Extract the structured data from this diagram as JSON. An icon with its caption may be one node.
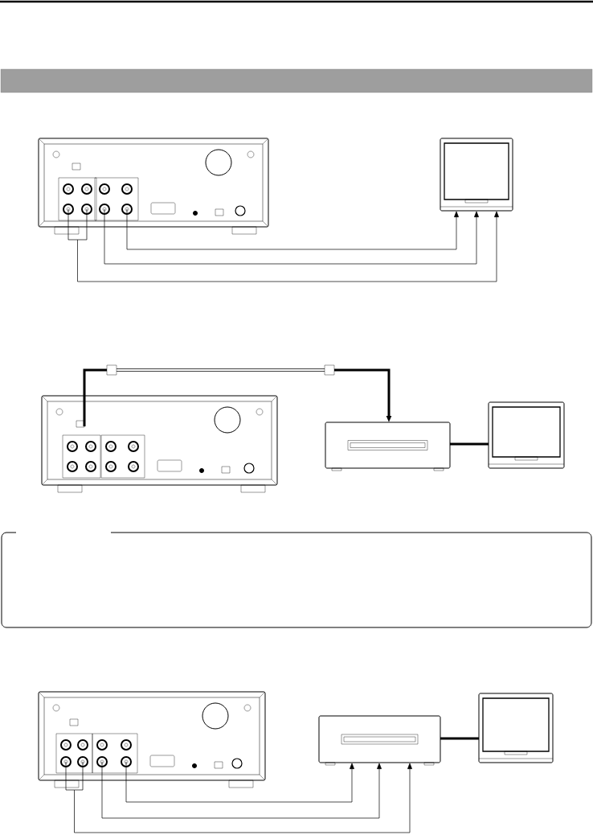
{
  "diagram": {
    "nodes": [
      {
        "text": [],
        "shape": "bar"
      },
      {
        "text": [],
        "shape": "picture"
      },
      {
        "text": [],
        "shape": "picture"
      },
      {
        "text": [],
        "shape": "picture"
      },
      {
        "text": [],
        "shape": "picture"
      },
      {
        "text": [],
        "shape": "picture"
      },
      {
        "text": [],
        "shape": "picture"
      },
      {
        "text": [],
        "shape": "picture"
      },
      {
        "text": [],
        "shape": "picture"
      }
    ],
    "edges": [
      {
        "from": 1,
        "to": 2,
        "arrow": "to"
      },
      {
        "from": 1,
        "to": 2,
        "arrow": "to"
      },
      {
        "from": 1,
        "to": 2,
        "arrow": "to"
      },
      {
        "from": 3,
        "to": 4,
        "arrow": "to",
        "style": "thick"
      },
      {
        "from": 4,
        "to": 5,
        "arrow": "none",
        "style": "thick"
      },
      {
        "from": 6,
        "to": 7,
        "arrow": "to"
      },
      {
        "from": 6,
        "to": 7,
        "arrow": "to"
      },
      {
        "from": 6,
        "to": 7,
        "arrow": "to"
      },
      {
        "from": 7,
        "to": 8,
        "arrow": "none",
        "style": "thick"
      }
    ]
  }
}
